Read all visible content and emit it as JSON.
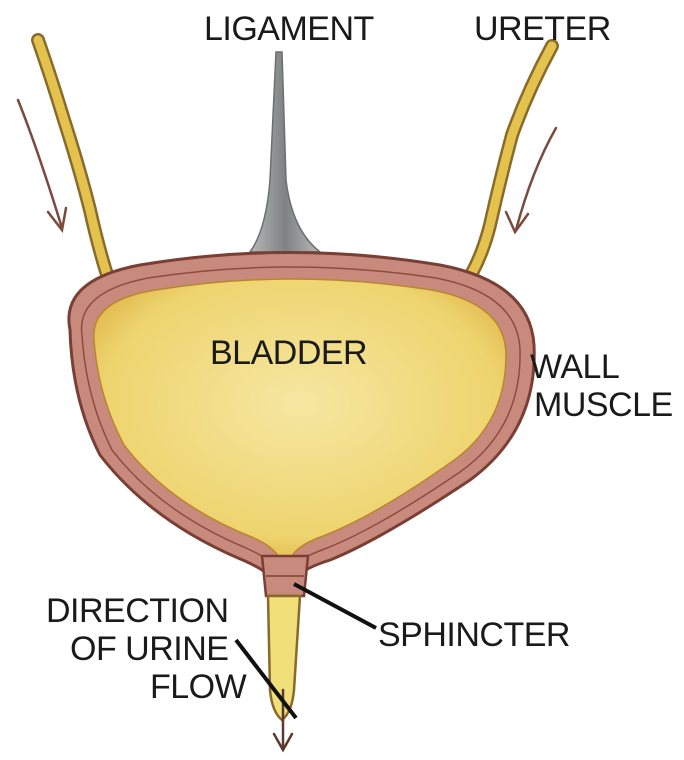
{
  "labels": {
    "ligament": "LIGAMENT",
    "ureter": "URETER",
    "bladder": "BLADDER",
    "wall_muscle_1": "WALL",
    "wall_muscle_2": "MUSCLE",
    "direction_1": "DIRECTION",
    "direction_2": "OF URINE",
    "direction_3": "FLOW",
    "sphincter": "SPHINCTER"
  },
  "colors": {
    "wall_muscle": "#c98a7e",
    "wall_outline": "#7a3f34",
    "urine": "#f1df7a",
    "ureter": "#e3c24e",
    "ligament": "#9a9c9c",
    "arrow": "#7a4a3c"
  }
}
